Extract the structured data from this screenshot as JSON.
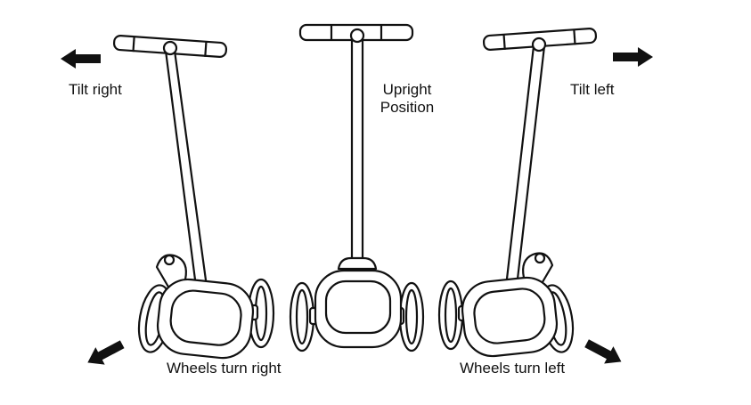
{
  "labels": {
    "tilt_right": "Tilt right",
    "upright_line1": "Upright",
    "upright_line2": "Position",
    "tilt_left": "Tilt left",
    "wheels_turn_right": "Wheels turn right",
    "wheels_turn_left": "Wheels turn left"
  },
  "colors": {
    "stroke": "#111111",
    "background": "#ffffff"
  }
}
